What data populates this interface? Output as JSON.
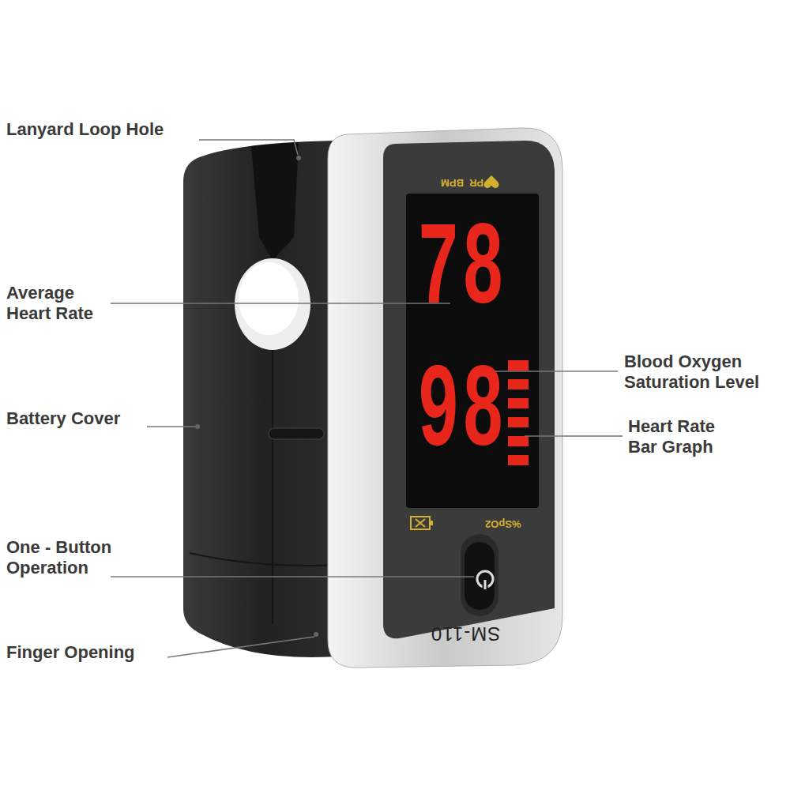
{
  "diagram": {
    "labels": [
      "Lanyard Loop Hole",
      "Average Heart Rate",
      "Battery Cover",
      "One - Button Operation",
      "Finger Opening",
      "Blood Oxygen Saturation Level",
      "Heart Rate Bar Graph",
      "78",
      "98",
      "PR",
      "BPM",
      "%SpO2",
      "SM-110"
    ]
  }
}
